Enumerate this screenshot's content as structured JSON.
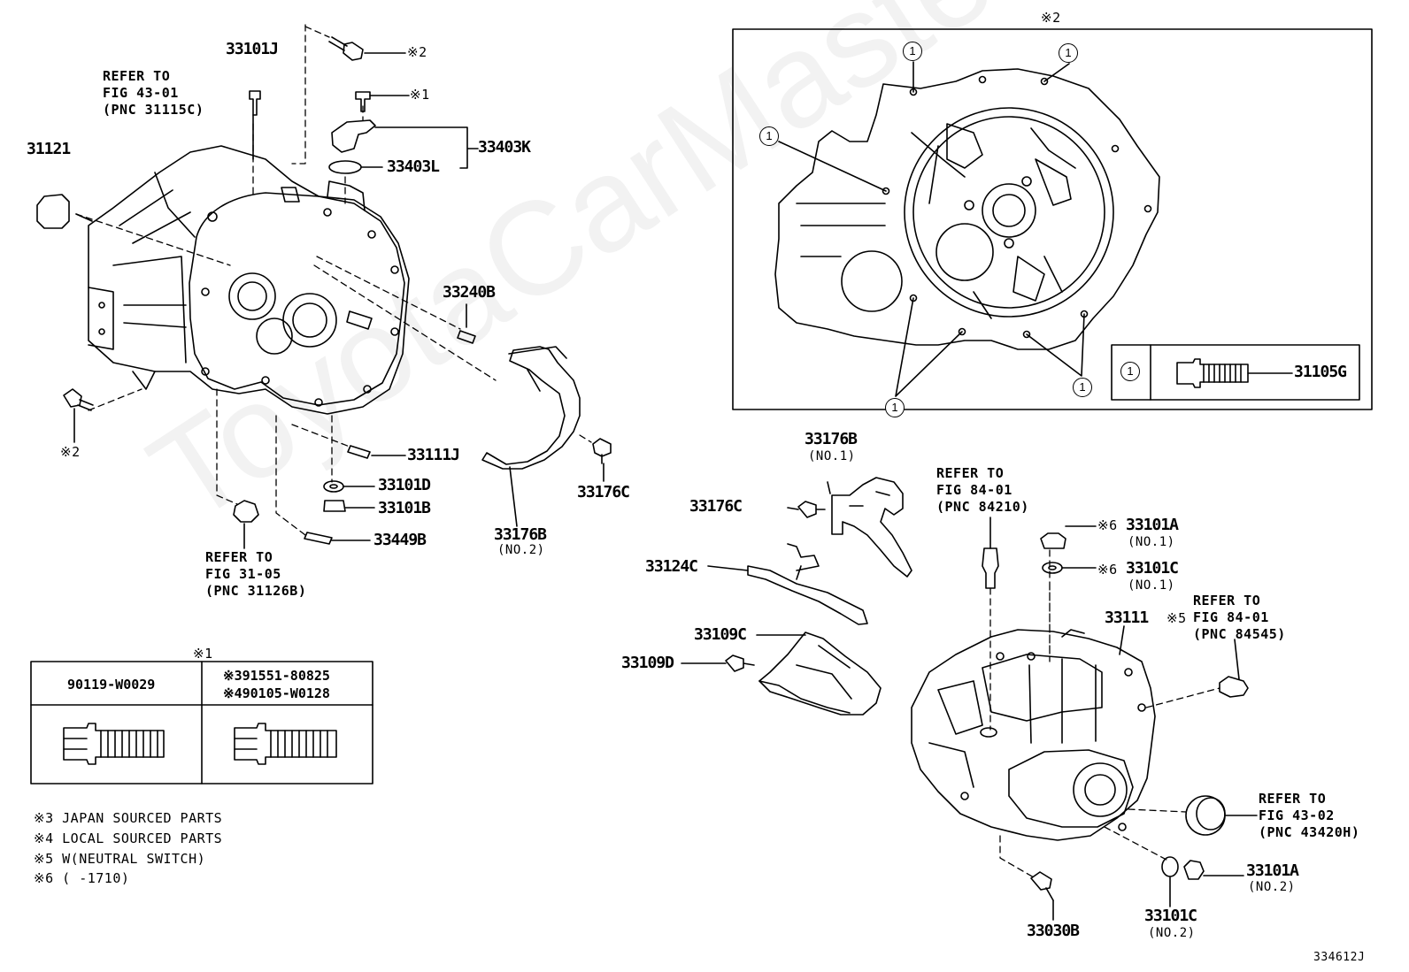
{
  "watermark": "ToyotaCarMaster.ru",
  "figure_id": "334612J",
  "callouts": {
    "p33101J": "33101J",
    "p31121": "31121",
    "p33403K": "33403K",
    "p33403L": "33403L",
    "p33240B": "33240B",
    "p33111J": "33111J",
    "p33101D": "33101D",
    "p33101B": "33101B",
    "p33449B": "33449B",
    "p33176B_no2": "33176B",
    "p33176C_a": "33176C",
    "p33176B_no1": "33176B",
    "p33176C_b": "33176C",
    "p33124C": "33124C",
    "p33109C": "33109C",
    "p33109D": "33109D",
    "p33101A_no1": "33101A",
    "p33101C_no1": "33101C",
    "p33111": "33111",
    "p33101A_no2": "33101A",
    "p33101C_no2": "33101C",
    "p33030B": "33030B",
    "p31105G": "31105G"
  },
  "sublabels": {
    "no1_a": "(NO.1)",
    "no2_a": "(NO.2)",
    "no1_b": "(NO.1)",
    "no1_c": "(NO.1)",
    "no2_b": "(NO.2)",
    "no2_c": "(NO.2)"
  },
  "refs": {
    "ref_31115C": "REFER TO\nFIG 43-01\n(PNC 31115C)",
    "ref_31126B": "REFER TO\nFIG 31-05\n(PNC 31126B)",
    "ref_84210": "REFER TO\nFIG 84-01\n(PNC 84210)",
    "ref_84545": "REFER TO\nFIG 84-01\n(PNC 84545)",
    "ref_43420H": "REFER TO\nFIG 43-02\n(PNC 43420H)"
  },
  "marks": {
    "m2_top": "※2",
    "m1_top": "※1",
    "m2_left": "※2",
    "m2_box": "※2",
    "m6_a": "※6",
    "m6_b": "※6",
    "m5": "※5",
    "m1_table": "※1"
  },
  "circle_label": "1",
  "bolt_table": {
    "col1_header": "90119-W0029",
    "col2_line1": "※391551-80825",
    "col2_line2": "※490105-W0128"
  },
  "notes": [
    "※3 JAPAN SOURCED PARTS",
    "※4 LOCAL SOURCED PARTS",
    "※5 W(NEUTRAL SWITCH)",
    "※6 (      -1710)"
  ]
}
